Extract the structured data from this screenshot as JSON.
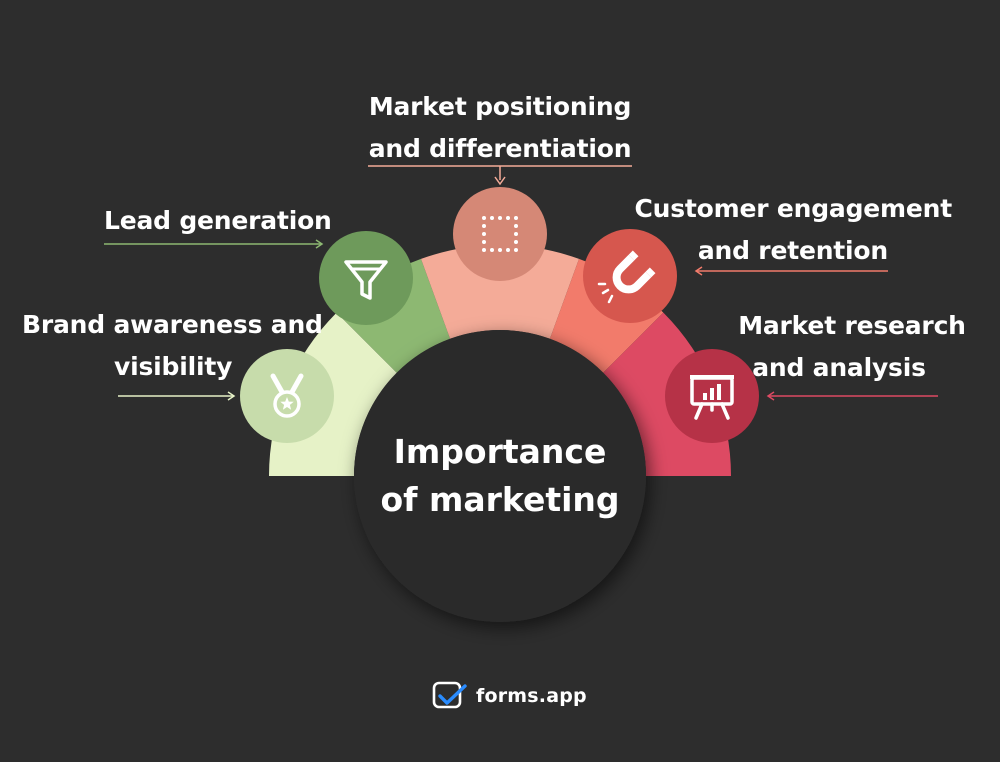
{
  "center": {
    "title_lines": [
      "Importance",
      "of marketing"
    ]
  },
  "items": [
    {
      "id": "brand-awareness",
      "label_lines": [
        "Brand awareness and",
        "visibility"
      ],
      "color": "#e6f2c7",
      "icon_circle": "#c7dcab",
      "icon": "medal-icon"
    },
    {
      "id": "lead-generation",
      "label_lines": [
        "Lead generation"
      ],
      "color": "#8db872",
      "icon_circle": "#6e9a5b",
      "icon": "funnel-icon"
    },
    {
      "id": "market-positioning",
      "label_lines": [
        "Market positioning",
        "and differentiation"
      ],
      "color": "#f4ab98",
      "icon_circle": "#d58876",
      "icon": "dotted-square-icon"
    },
    {
      "id": "customer-engagement",
      "label_lines": [
        "Customer engagement",
        "and retention"
      ],
      "color": "#f27b6b",
      "icon_circle": "#d6574e",
      "icon": "magnet-icon"
    },
    {
      "id": "market-research",
      "label_lines": [
        "Market research",
        "and analysis"
      ],
      "color": "#dd4a63",
      "icon_circle": "#b63247",
      "icon": "presentation-chart-icon"
    }
  ],
  "brand": {
    "text": "forms.app",
    "icon": "forms-app-logo-icon",
    "accent": "#2a8cff"
  },
  "colors": {
    "background": "#2d2d2d",
    "center": "#2b2b2b",
    "text": "#ffffff"
  }
}
